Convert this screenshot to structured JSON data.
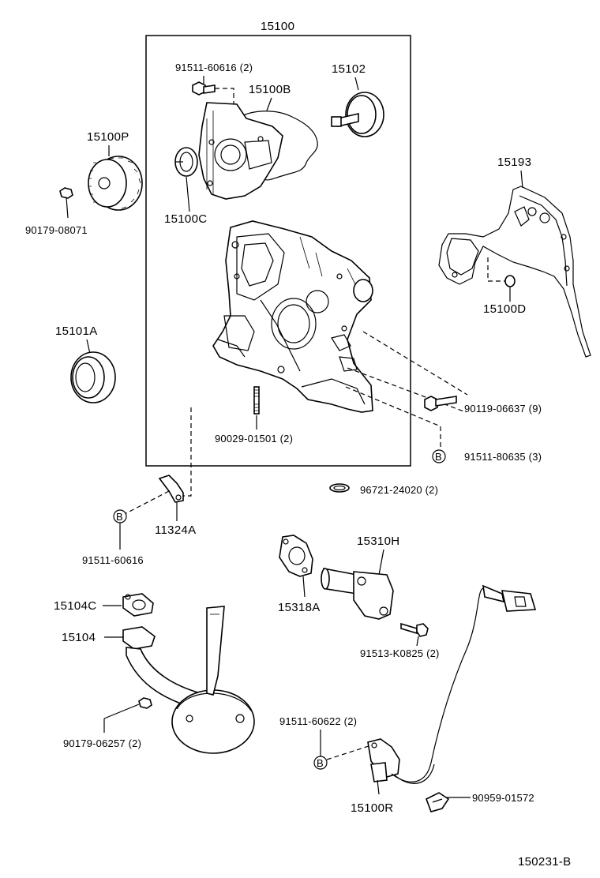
{
  "diagram_id": "150231-B",
  "labels": {
    "p15100": "15100",
    "p91511_60616_2": "91511-60616 (2)",
    "p15100B": "15100B",
    "p15102": "15102",
    "p15100P": "15100P",
    "p90179_08071": "90179-08071",
    "p15100C": "15100C",
    "p15193": "15193",
    "p15100D": "15100D",
    "p15101A": "15101A",
    "p90119_06637": "90119-06637 (9)",
    "p90029_01501": "90029-01501 (2)",
    "p91511_80635": "91511-80635 (3)",
    "p96721_24020": "96721-24020 (2)",
    "p11324A": "11324A",
    "p91511_60616": "91511-60616",
    "p15310H": "15310H",
    "p15318A": "15318A",
    "p15104C": "15104C",
    "p15104": "15104",
    "p91513_K0825": "91513-K0825 (2)",
    "p90179_06257": "90179-06257 (2)",
    "p91511_60622": "91511-60622 (2)",
    "p15100R": "15100R",
    "p90959_01572": "90959-01572",
    "marker_b": "B"
  }
}
